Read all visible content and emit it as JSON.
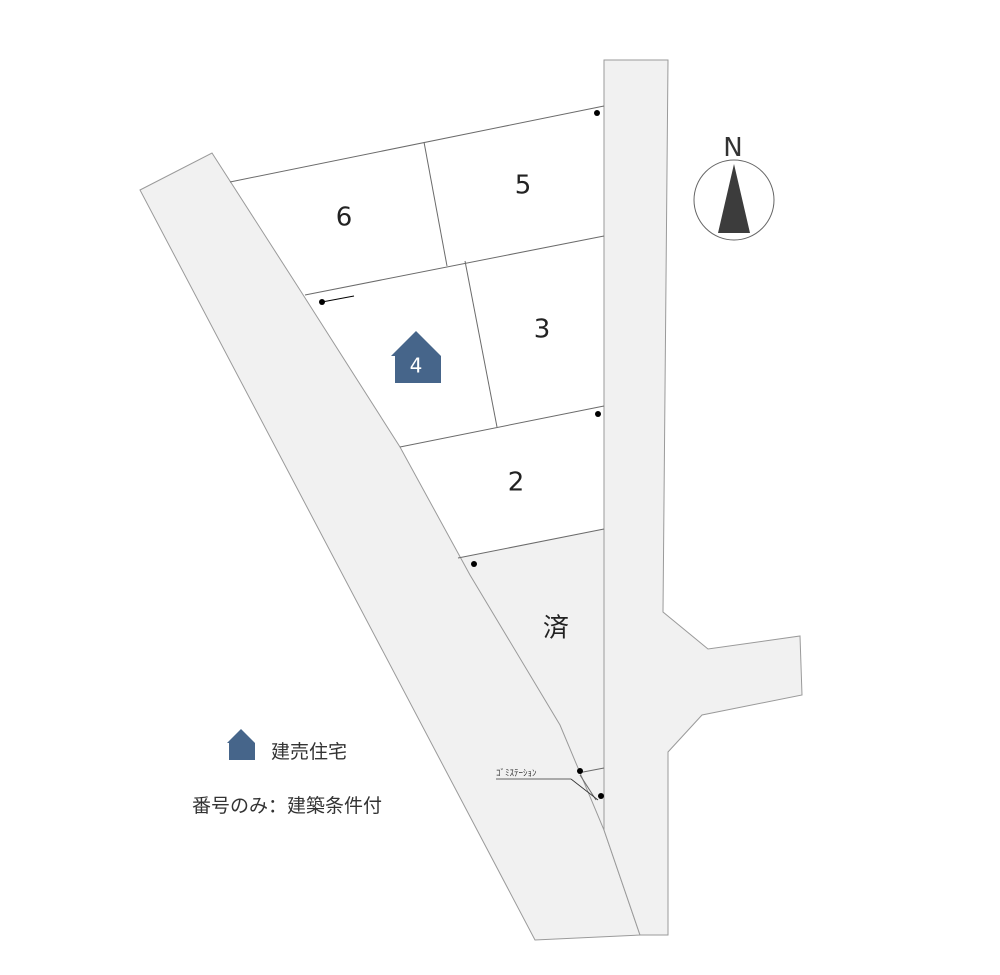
{
  "compass": {
    "label": "N"
  },
  "lots": [
    {
      "id": "6",
      "label": "6"
    },
    {
      "id": "5",
      "label": "5"
    },
    {
      "id": "3",
      "label": "3"
    },
    {
      "id": "4",
      "label": "4"
    },
    {
      "id": "2",
      "label": "2"
    },
    {
      "id": "sold",
      "label": "済"
    }
  ],
  "facility": {
    "garbage_station": "ｺﾞﾐｽﾃｰｼｮﾝ"
  },
  "legend": {
    "built_for_sale": "建売住宅",
    "number_only": "番号のみ：建築条件付"
  },
  "colors": {
    "house_icon": "#46658a",
    "road_fill": "#f1f1f1"
  }
}
